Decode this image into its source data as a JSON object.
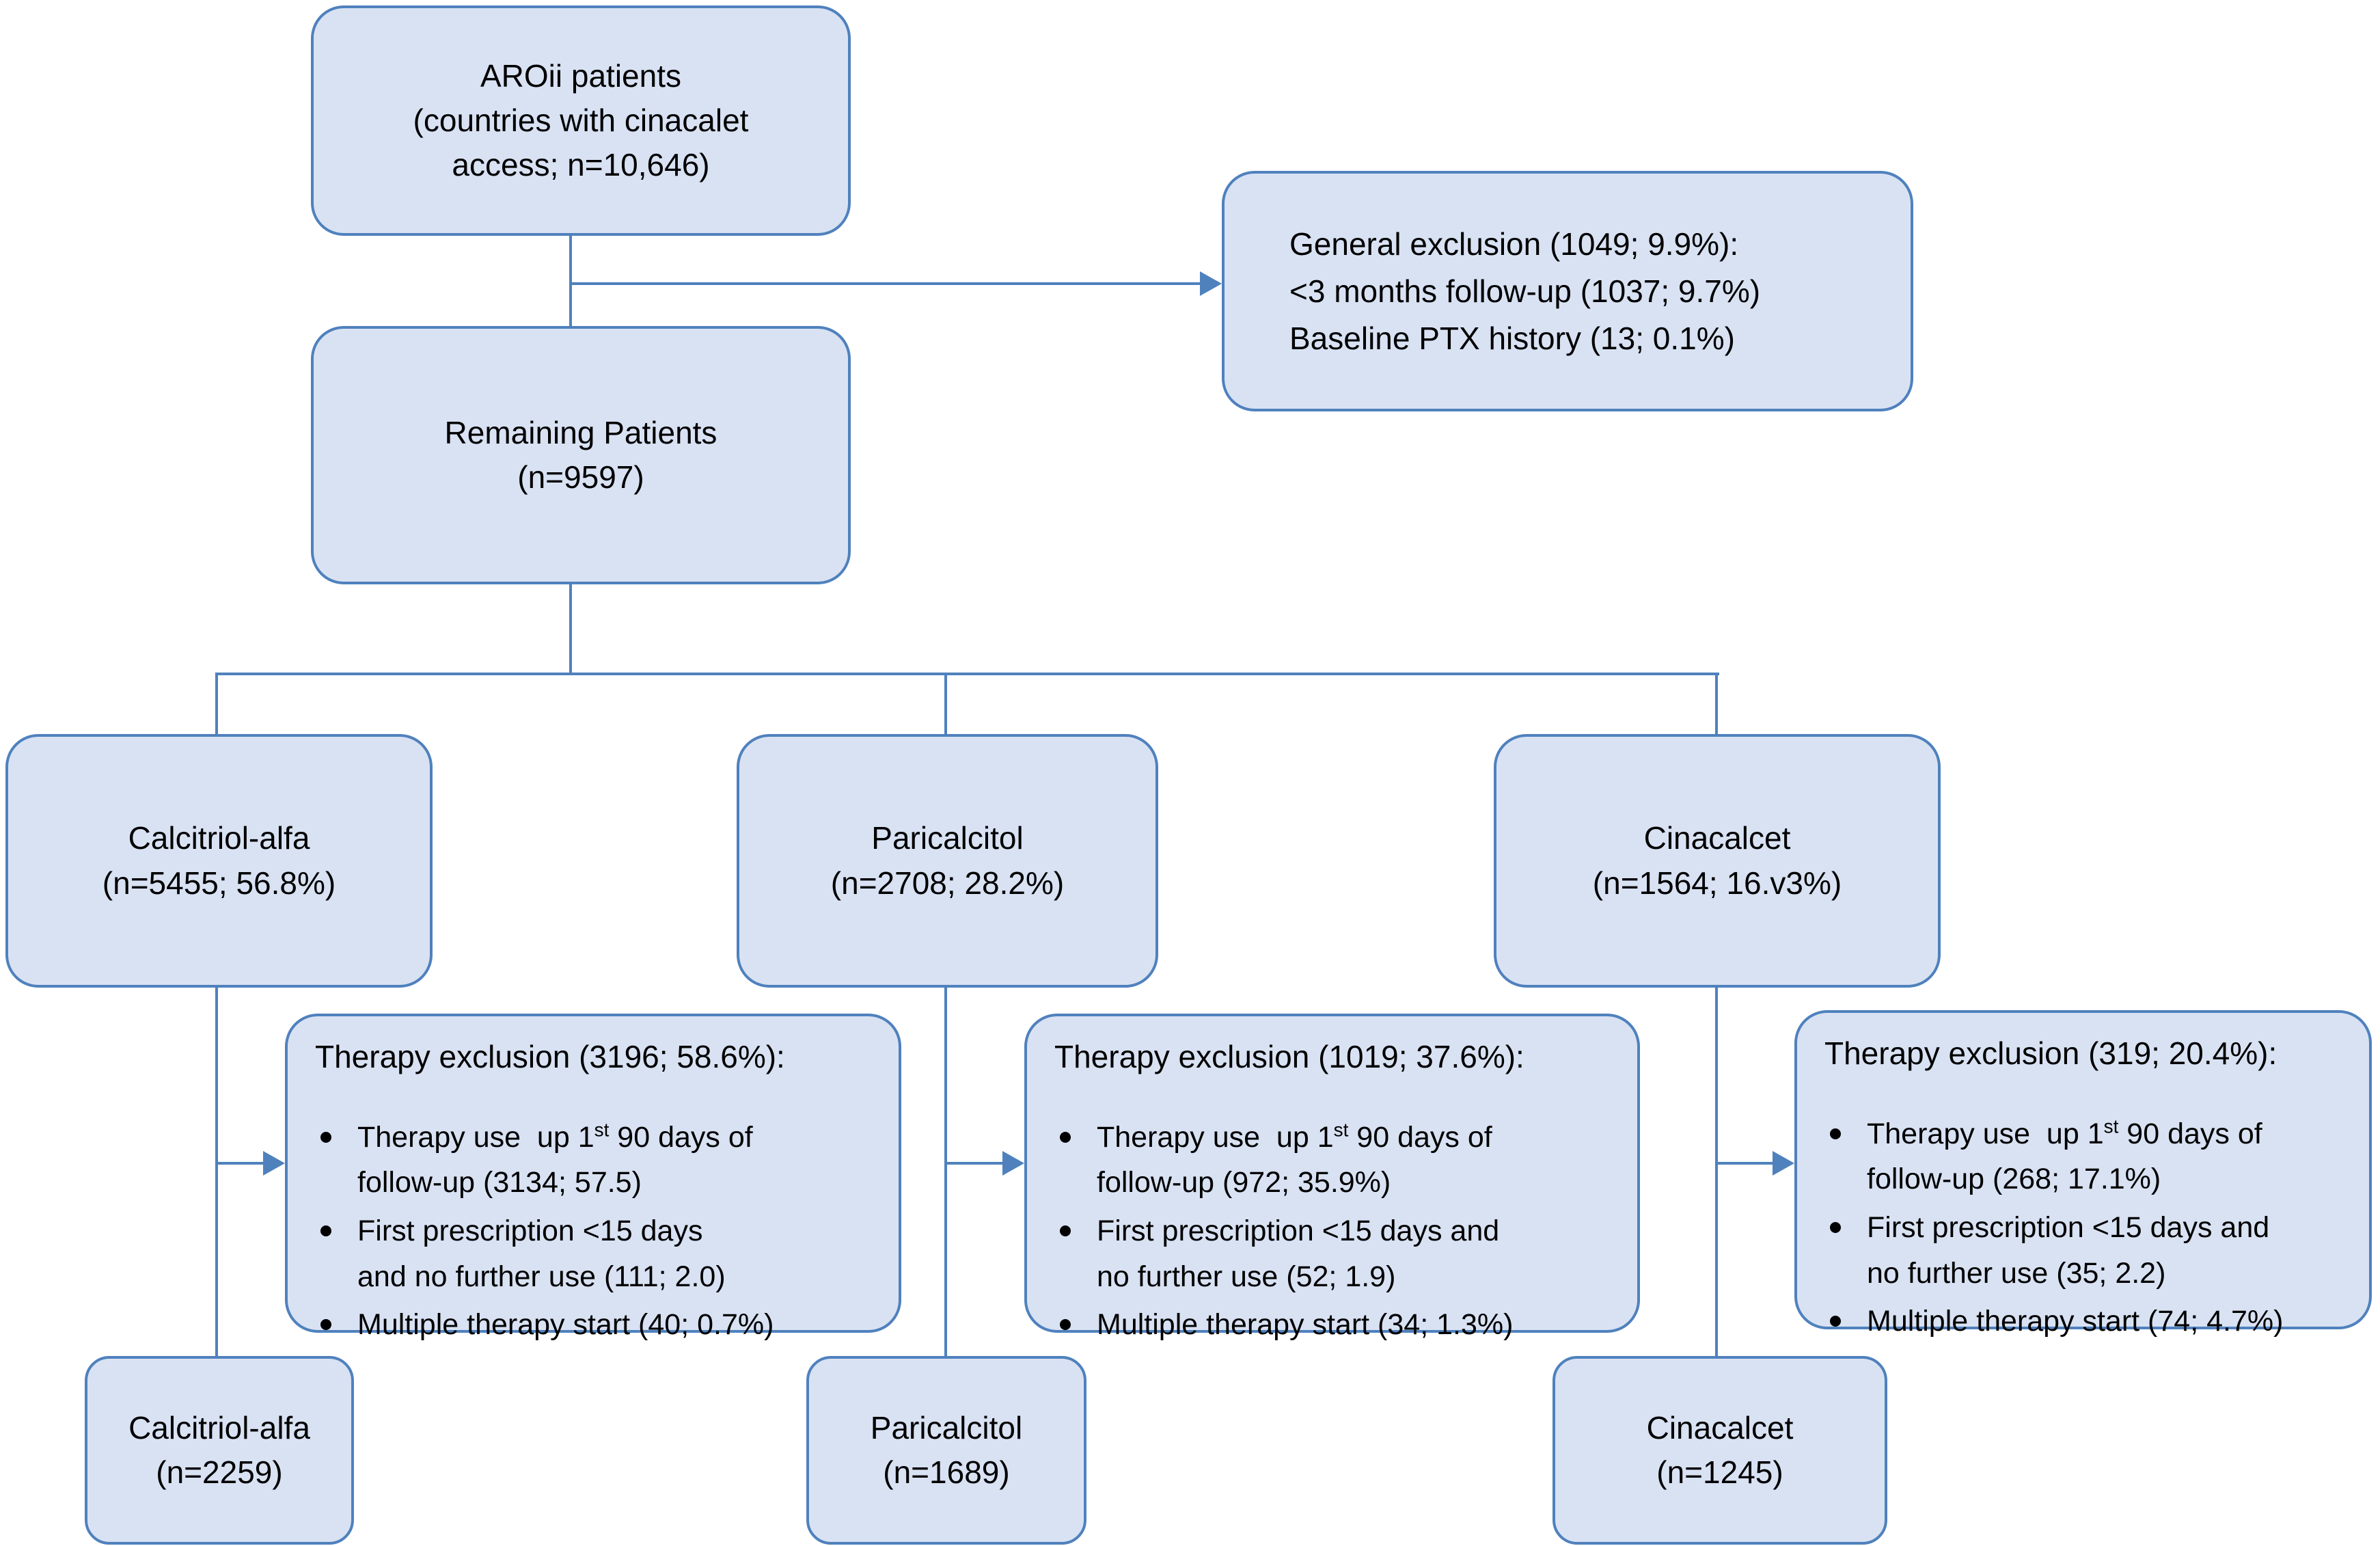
{
  "colors": {
    "box_fill": "#d9e2f3",
    "box_border": "#4f81bd",
    "connector": "#4f81bd",
    "text": "#000000",
    "background": "#ffffff"
  },
  "nodes": {
    "aroii": {
      "lines": [
        "AROii patients",
        "(countries with cinacalet",
        "access; n=10,646)"
      ]
    },
    "general_exclusion": {
      "lines": [
        "General exclusion (1049; 9.9%):",
        "<3 months follow-up (1037; 9.7%)",
        "Baseline PTX history (13; 0.1%)"
      ]
    },
    "remaining": {
      "lines": [
        "Remaining Patients",
        "(n=9597)"
      ]
    },
    "calcitriol": {
      "lines": [
        "Calcitriol-alfa",
        "(n=5455; 56.8%)"
      ]
    },
    "paricalcitol": {
      "lines": [
        "Paricalcitol",
        "(n=2708; 28.2%)"
      ]
    },
    "cinacalcet": {
      "lines": [
        "Cinacalcet",
        "(n=1564; 16.v3%)"
      ]
    },
    "calcitriol_final": {
      "lines": [
        "Calcitriol-alfa",
        "(n=2259)"
      ]
    },
    "paricalcitol_final": {
      "lines": [
        "Paricalcitol",
        "(n=1689)"
      ]
    },
    "cinacalcet_final": {
      "lines": [
        "Cinacalcet",
        "(n=1245)"
      ]
    }
  },
  "exclusions": {
    "te1": {
      "title": "Therapy exclusion (3196; 58.6%):",
      "bullets": [
        {
          "pre": "Therapy use  up 1",
          "sup": "st",
          "post": " 90 days of\nfollow-up (3134; 57.5)"
        },
        {
          "pre": "First prescription <15 days\nand no further use (111; 2.0)",
          "sup": "",
          "post": ""
        },
        {
          "pre": "Multiple therapy start (40; 0.7%)",
          "sup": "",
          "post": ""
        }
      ]
    },
    "te2": {
      "title": "Therapy exclusion (1019; 37.6%):",
      "bullets": [
        {
          "pre": "Therapy use  up 1",
          "sup": "st",
          "post": " 90 days of\nfollow-up (972; 35.9%)"
        },
        {
          "pre": "First prescription <15 days and\nno further use (52; 1.9)",
          "sup": "",
          "post": ""
        },
        {
          "pre": "Multiple therapy start (34; 1.3%)",
          "sup": "",
          "post": ""
        }
      ]
    },
    "te3": {
      "title": "Therapy exclusion (319; 20.4%):",
      "bullets": [
        {
          "pre": "Therapy use  up 1",
          "sup": "st",
          "post": " 90 days of\nfollow-up (268; 17.1%)"
        },
        {
          "pre": "First prescription <15 days and\nno further use (35; 2.2)",
          "sup": "",
          "post": ""
        },
        {
          "pre": "Multiple therapy start (74; 4.7%)",
          "sup": "",
          "post": ""
        }
      ]
    }
  }
}
